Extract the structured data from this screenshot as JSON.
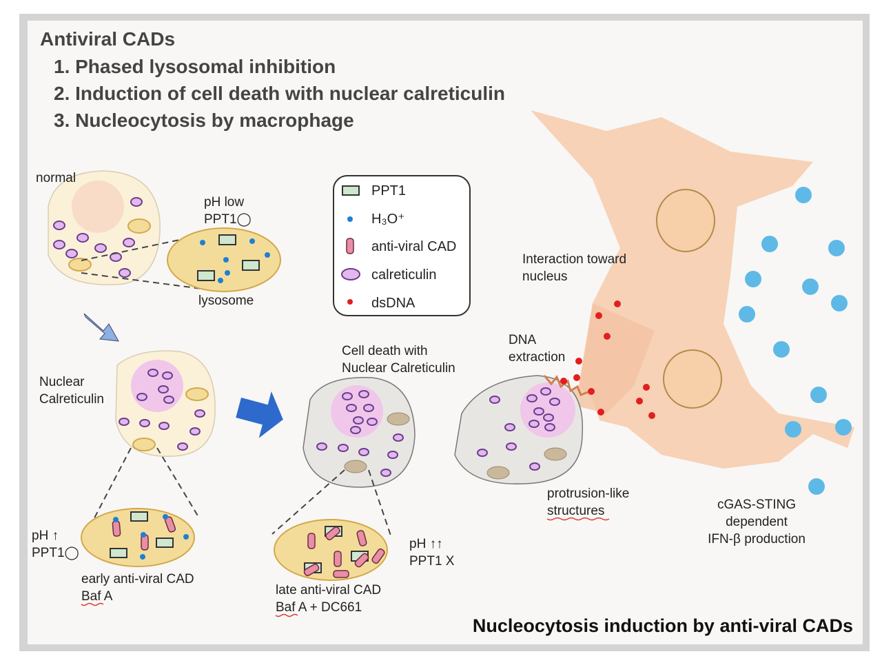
{
  "header": {
    "title": "Antiviral CADs",
    "points": [
      "1. Phased lysosomal inhibition",
      "2. Induction of cell death with nuclear calreticulin",
      "3. Nucleocytosis by macrophage"
    ]
  },
  "legend": {
    "items": [
      {
        "icon": "ppt1-rectangle",
        "label": "PPT1"
      },
      {
        "icon": "h3o-dot",
        "label": "H₃O⁺"
      },
      {
        "icon": "antiviral-cad-capsule",
        "label": "anti-viral CAD"
      },
      {
        "icon": "calreticulin-oval",
        "label": "calreticulin"
      },
      {
        "icon": "dsdna-dot",
        "label": "dsDNA"
      }
    ]
  },
  "labels": {
    "normal": "normal",
    "ph_low": "pH low",
    "ppt1_ok": "PPT1◯",
    "lysosome": "lysosome",
    "nuclear_calreticulin": [
      "Nuclear",
      "Calreticulin"
    ],
    "cell_death": [
      "Cell death with",
      "Nuclear Calreticulin"
    ],
    "ph_up": "pH ↑",
    "ppt1_ok2": "PPT1◯",
    "early": [
      "early anti-viral CAD",
      "Baf A"
    ],
    "late": [
      "late anti-viral CAD",
      "Baf A + DC661"
    ],
    "ph_upup": "pH ↑↑",
    "ppt1_x": "PPT1 X",
    "interaction": [
      "Interaction toward",
      "nucleus"
    ],
    "dna_extraction": [
      "DNA",
      "extraction"
    ],
    "protrusion": [
      "protrusion-like",
      "structures"
    ],
    "cgas": [
      "cGAS-STING",
      "dependent",
      "IFN-β production"
    ]
  },
  "footer": {
    "title": "Nucleocytosis induction by anti-viral CADs"
  },
  "colors": {
    "calreticulin": "#e3b8ee",
    "lysosome": "#f3dc9a",
    "ppt1": "#cfe6cf",
    "cad": "#e88ea6",
    "h3o": "#1f7fd1",
    "dsdna": "#e02020",
    "ifn": "#5fb9e6",
    "macrophage": "#f6cdb0"
  }
}
